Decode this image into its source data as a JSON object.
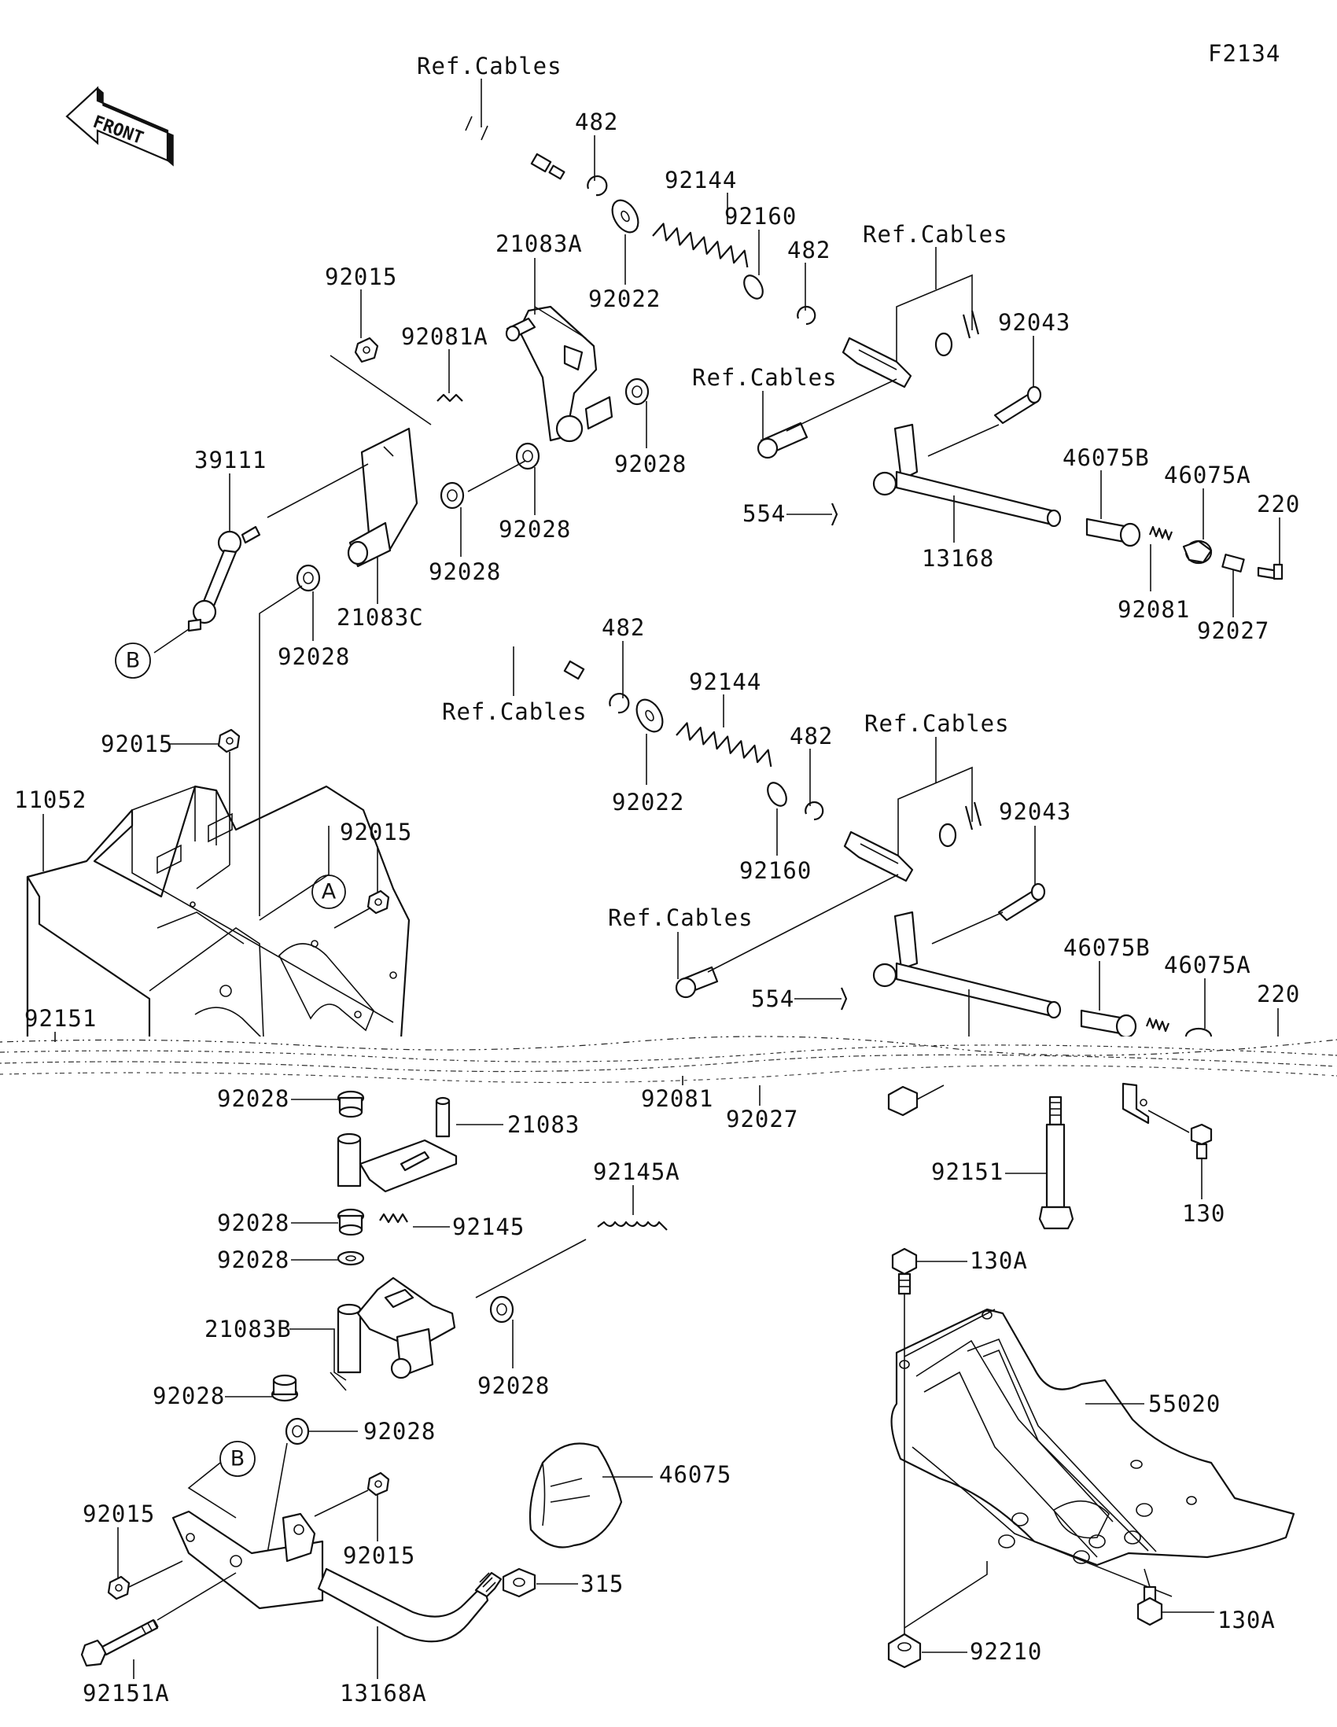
{
  "figure_code": "F2134",
  "front_label": "FRONT",
  "ref_cables": "Ref.Cables",
  "markers": {
    "a": "A",
    "b": "B"
  },
  "labels": {
    "l482_1": "482",
    "l92144_1": "92144",
    "l92160_1": "92160",
    "l92022_1": "92022",
    "l21083A": "21083A",
    "l482_2": "482",
    "l92015_1": "92015",
    "l92081A": "92081A",
    "l92043_1": "92043",
    "l39111": "39111",
    "l92028_1": "92028",
    "l554_1": "554",
    "l46075B_1": "46075B",
    "l46075A_1": "46075A",
    "l220_1": "220",
    "l92028_2": "92028",
    "l13168": "13168",
    "l92028_3": "92028",
    "l21083C": "21083C",
    "l92081_1": "92081",
    "l92027_1": "92027",
    "l92028_4": "92028",
    "l482_3": "482",
    "l92144_2": "92144",
    "l482_4": "482",
    "l92015_2": "92015",
    "l92022_2": "92022",
    "l11052": "11052",
    "l92015_3": "92015",
    "l92043_2": "92043",
    "l92160_2": "92160",
    "l46075B_2": "46075B",
    "l46075A_2": "46075A",
    "l554_2": "554",
    "l92151_1": "92151",
    "l220_2": "220",
    "l92028_5": "92028",
    "l92081_2": "92081",
    "l92027_2": "92027",
    "l21083": "21083",
    "l92151_2": "92151",
    "l130_1": "130",
    "l92145A": "92145A",
    "l92028_6": "92028",
    "l92145": "92145",
    "l92028_7": "92028",
    "l130A_1": "130A",
    "l21083B": "21083B",
    "l92028_8": "92028",
    "l55020": "55020",
    "l92028_9": "92028",
    "l92028_10": "92028",
    "l46075": "46075",
    "l92015_4": "92015",
    "l92015_5": "92015",
    "l315": "315",
    "l92210": "92210",
    "l130A_2": "130A",
    "l92151A": "92151A",
    "l13168A": "13168A"
  }
}
